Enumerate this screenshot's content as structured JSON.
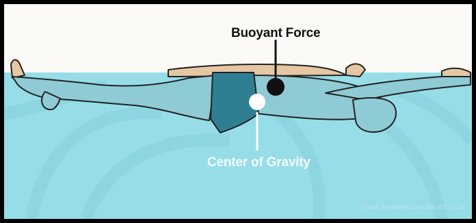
{
  "labels": {
    "buoyant_force": "Buoyant Force",
    "center_of_gravity": "Center of Gravity"
  },
  "watermark": {
    "text": "WWW.SWIMMINGANDMORE.COM"
  },
  "colors": {
    "sky": "#fbfaf7",
    "water_top": "#96dde8",
    "water_deep": "#7ad0de",
    "ripple": "#8cd6e2",
    "skin_above_water": "#e6c7a4",
    "skin_submerged": "#8fcbd4",
    "swimsuit": "#2f7f93",
    "outline": "#222222",
    "buoyancy_dot": "#111111",
    "gravity_dot": "#ffffff"
  }
}
